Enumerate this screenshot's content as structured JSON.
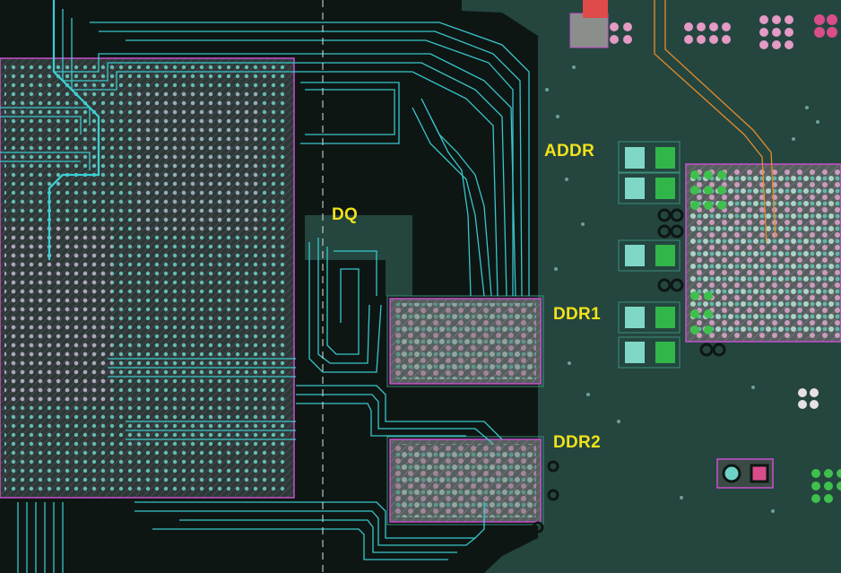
{
  "labels": {
    "addr": "ADDR",
    "dq": "DQ",
    "ddr1": "DDR1",
    "ddr2": "DDR2"
  },
  "colors": {
    "board": "#24463f",
    "trace": "#3ad0d6",
    "pad_pink": "#e39ac4",
    "pad_green": "#32b04a",
    "outline_magenta": "#c94fd0",
    "label_yellow": "#f1e21b",
    "orange_trace": "#e88c2a"
  }
}
